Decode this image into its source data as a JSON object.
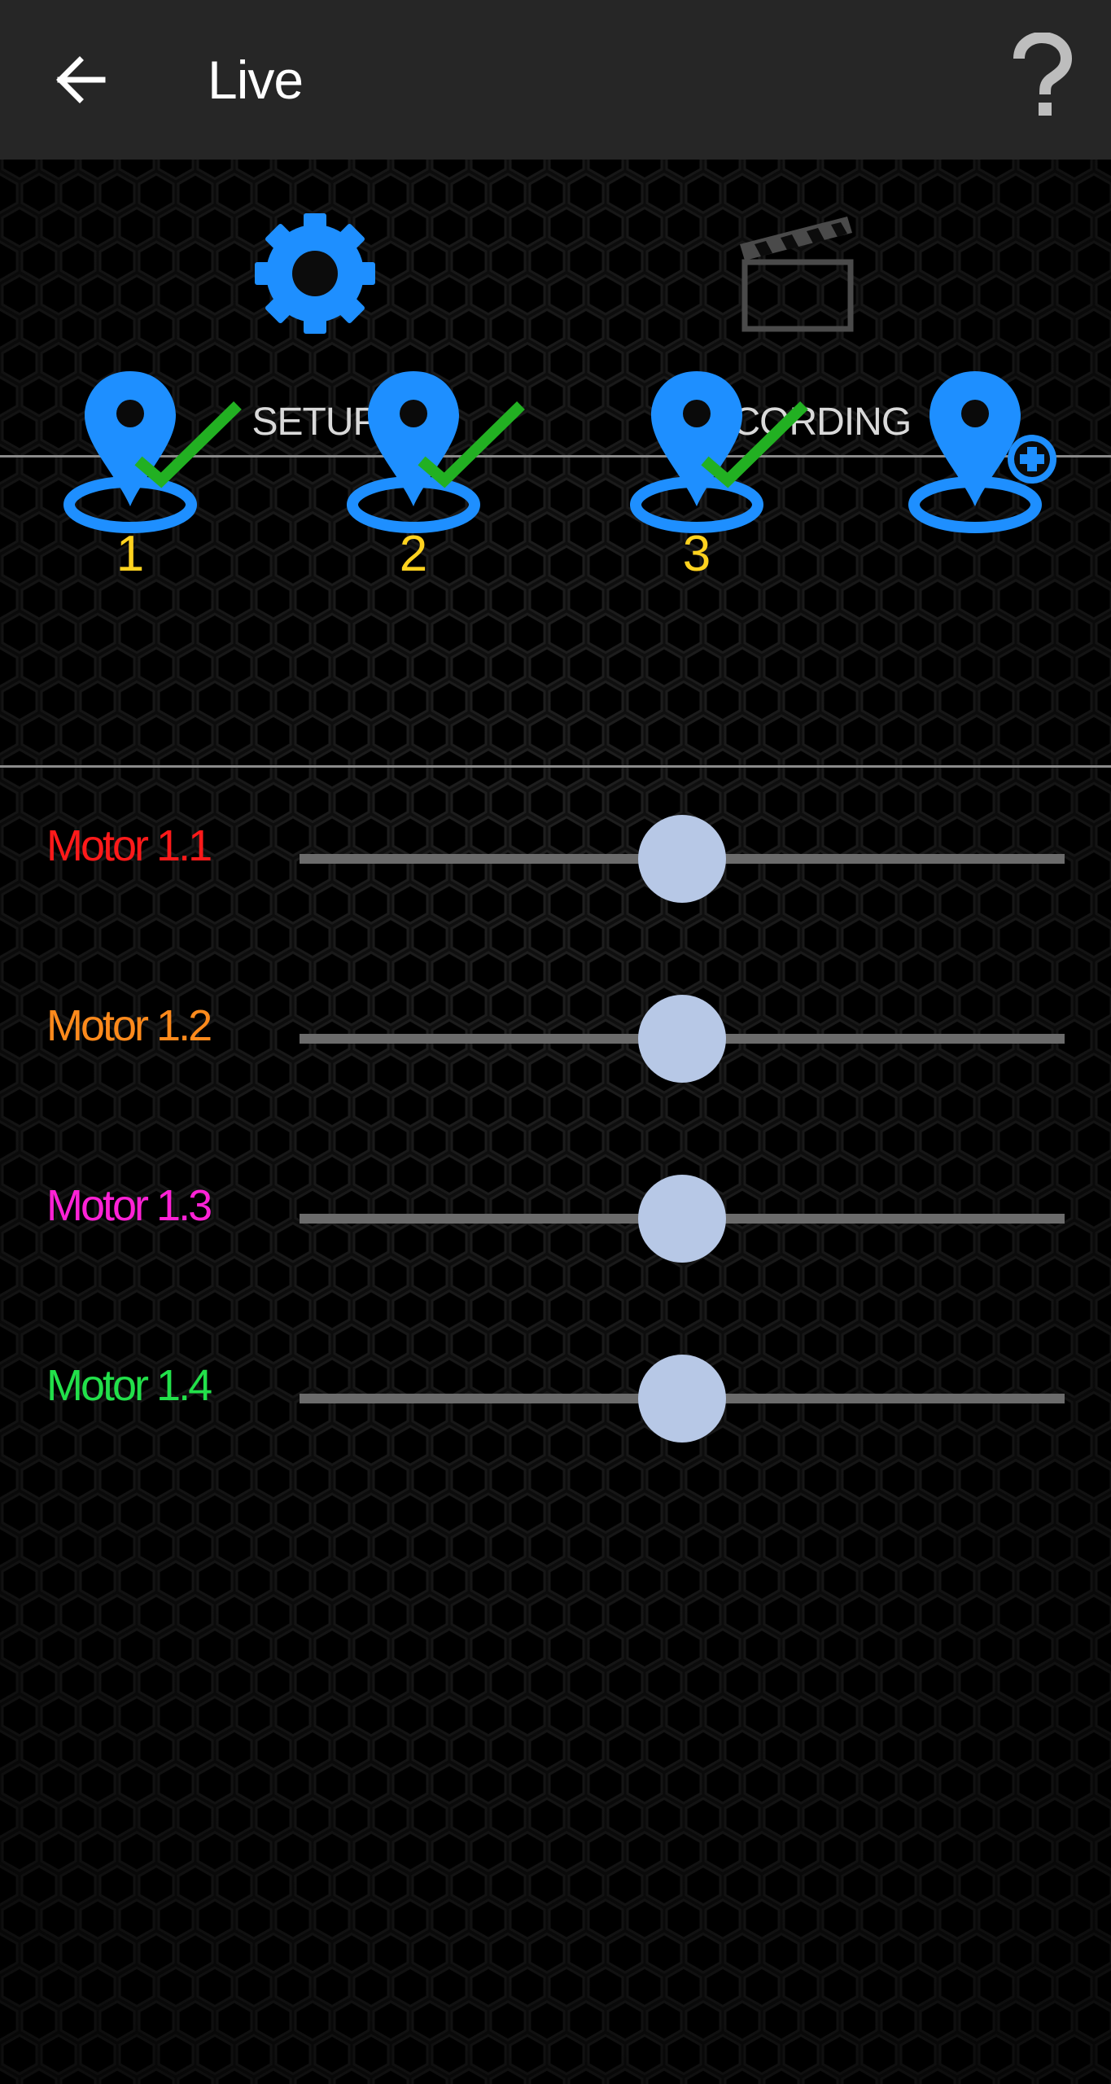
{
  "app_bar": {
    "title": "Live",
    "back_icon": "arrow-left-icon",
    "help_icon": "question-mark-icon"
  },
  "tabs": [
    {
      "label": "SETUP",
      "icon": "gear-icon",
      "color": "#1e8fff"
    },
    {
      "label": "RECORDING",
      "icon": "clapperboard-icon",
      "color": "#4a4a4a"
    }
  ],
  "waypoints": [
    {
      "number": "1",
      "icon": "location-pin-check-icon",
      "status": "set"
    },
    {
      "number": "2",
      "icon": "location-pin-check-icon",
      "status": "set"
    },
    {
      "number": "3",
      "icon": "location-pin-check-icon",
      "status": "set"
    },
    {
      "number": "",
      "icon": "location-pin-add-icon",
      "status": "add"
    }
  ],
  "motors": [
    {
      "label": "Motor 1.1",
      "color": "#ff1a1a",
      "value": 0.5
    },
    {
      "label": "Motor 1.2",
      "color": "#ff8a1c",
      "value": 0.5
    },
    {
      "label": "Motor 1.3",
      "color": "#ff22d6",
      "value": 0.5
    },
    {
      "label": "Motor 1.4",
      "color": "#22e04a",
      "value": 0.5
    }
  ],
  "colors": {
    "accent_blue": "#1e8fff",
    "check_green": "#22b022",
    "number_yellow": "#ffd21f",
    "app_bar_bg": "#262626",
    "slider_thumb": "#b7c8e6"
  }
}
